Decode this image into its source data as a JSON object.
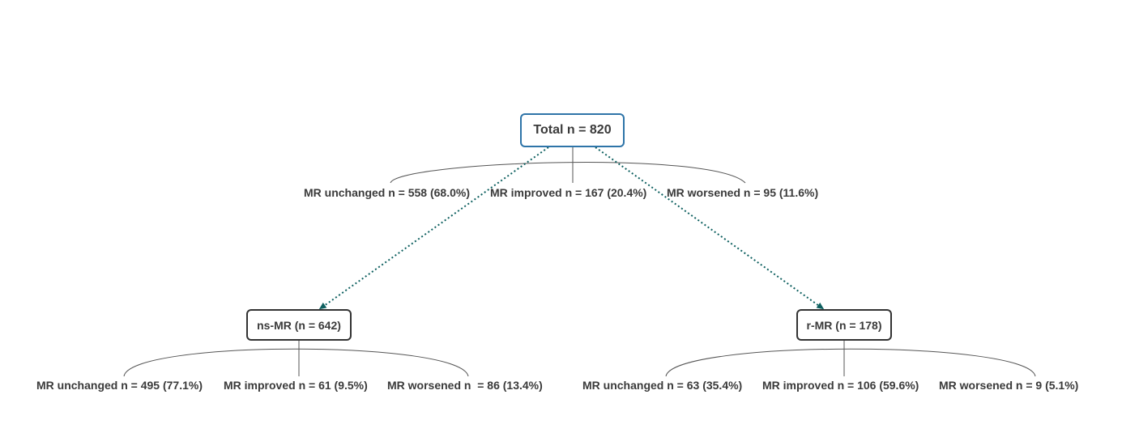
{
  "colors": {
    "root_border": "#2e74a8",
    "child_border": "#333333",
    "arrow": "#0e6060",
    "branch_line": "#555555",
    "text": "#3a3a3a"
  },
  "root": {
    "label": "Total n = 820",
    "outcomes": [
      "MR unchanged n = 558 (68.0%)",
      "MR improved n = 167 (20.4%)",
      "MR worsened n = 95 (11.6%)"
    ]
  },
  "children": [
    {
      "label": "ns-MR (n = 642)",
      "outcomes": [
        "MR unchanged n = 495 (77.1%)",
        "MR improved n = 61 (9.5%)",
        "MR worsened n  = 86 (13.4%)"
      ]
    },
    {
      "label": "r-MR (n = 178)",
      "outcomes": [
        "MR unchanged n = 63 (35.4%)",
        "MR improved n = 106 (59.6%)",
        "MR worsened n = 9 (5.1%)"
      ]
    }
  ]
}
